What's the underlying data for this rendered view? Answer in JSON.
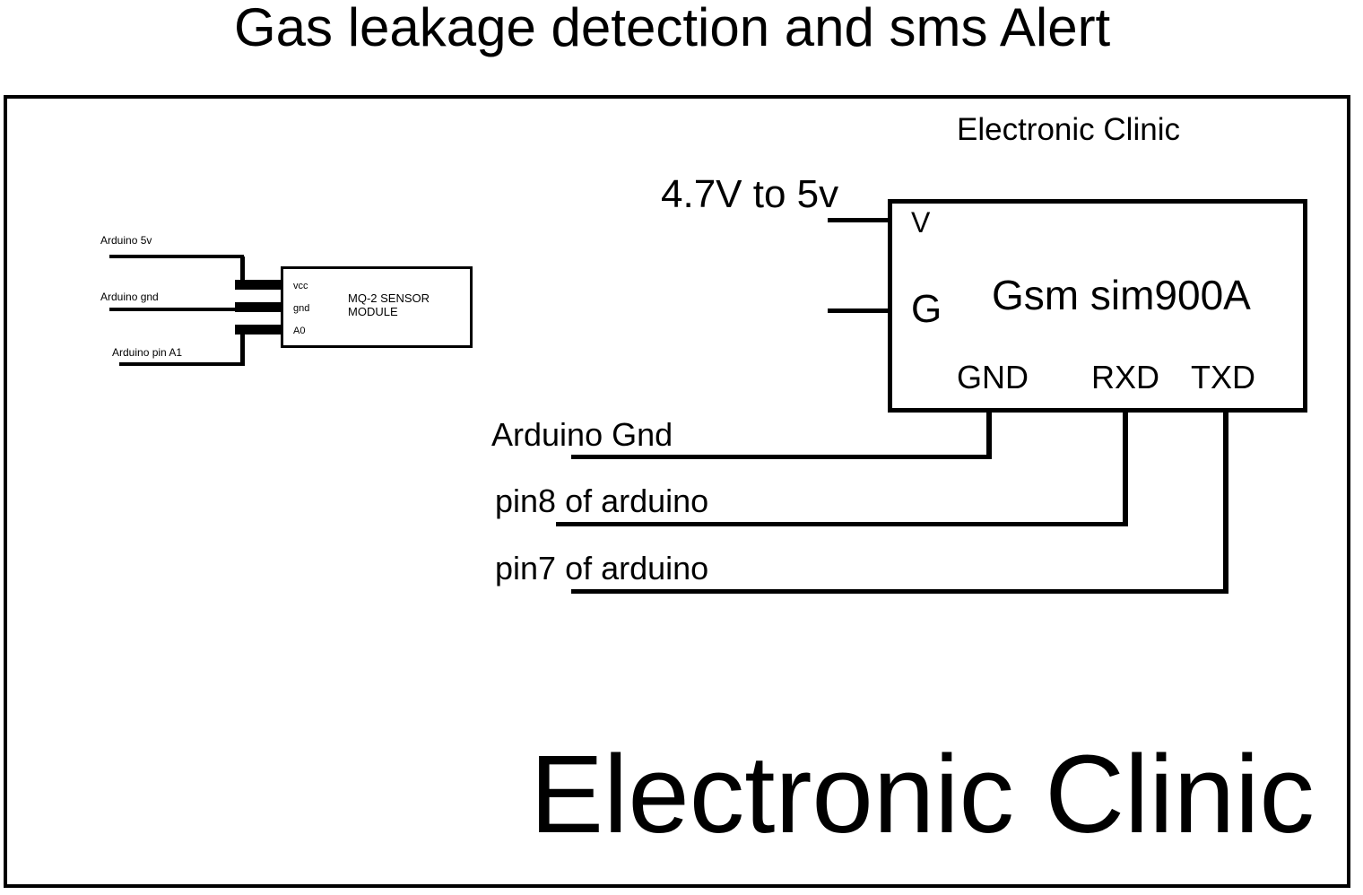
{
  "title": "Gas leakage detection and sms Alert",
  "colors": {
    "ink": "#000000",
    "paper": "#ffffff"
  },
  "brand": {
    "top": "Electronic Clinic",
    "bottom": "Electronic Clinic"
  },
  "mq2": {
    "wire_labels": {
      "vcc": "Arduino 5v",
      "gnd": "Arduino gnd",
      "a0": "Arduino pin A1"
    },
    "pins": {
      "vcc": "vcc",
      "gnd": "gnd",
      "a0": "A0"
    },
    "name_line1": "MQ-2 SENSOR",
    "name_line2": "MODULE"
  },
  "gsm": {
    "supply_label": "4.7V to 5v",
    "name": "Gsm sim900A",
    "pins": {
      "v": "V",
      "g": "G",
      "gnd": "GND",
      "rxd": "RXD",
      "txd": "TXD"
    },
    "wire_labels": {
      "gnd": "Arduino Gnd",
      "rxd": "pin8 of arduino",
      "txd": "pin7 of arduino"
    }
  }
}
